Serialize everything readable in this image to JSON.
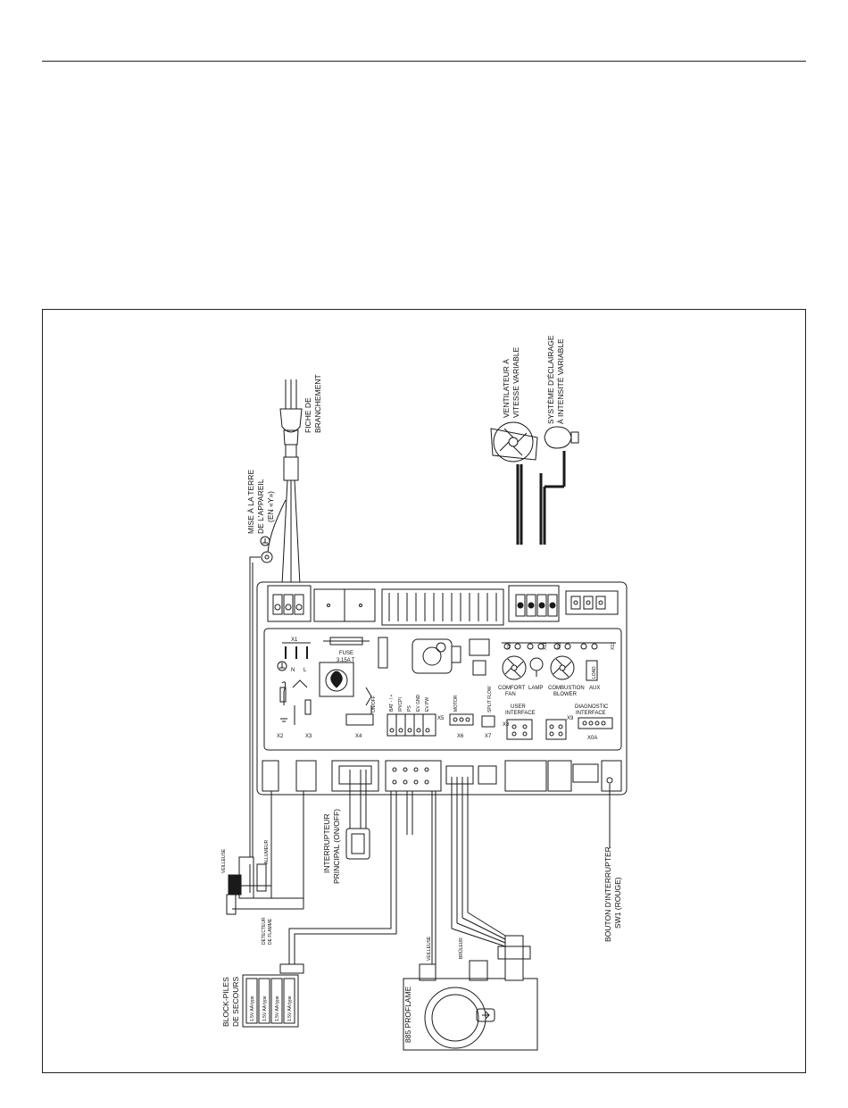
{
  "labels": {
    "plug": [
      "FICHE DE",
      "BRANCHEMENT"
    ],
    "ground": [
      "MISE À LA TERRE",
      "DE L'APPAREIL",
      "(EN «Y»)"
    ],
    "fan": [
      "VENTILATEUR À",
      "VITESSE VARIABLE"
    ],
    "light": [
      "SYSTÈME D'ÉCLAIRAGE",
      "À INTENSITÉ VARIABLE"
    ],
    "main_switch": [
      "INTERRUPTEUR",
      "PRINCIPAL (ON/OFF)"
    ],
    "reset_button": [
      "BOUTON D'INTERRUPTER",
      "SW1 (ROUGE)"
    ],
    "battery_pack": [
      "BLOCK-PILES",
      "DE SECOURS"
    ],
    "flame_detector": [
      "DÉTECTEUR",
      "DE FLAMME"
    ],
    "pilot": "VEILLEUSE",
    "igniter": "ALLUMEUR",
    "valve": "885 PROFLAME",
    "valve_pilot": "VEILLEUSE",
    "valve_burner": "BRÛLEUR",
    "battery_cell": "1.5V AA type"
  },
  "board": {
    "x1": "X1",
    "n": "N",
    "l": "L",
    "fuse": [
      "FUSE",
      "3.15A T"
    ],
    "x2": "X2",
    "x3": "X3",
    "x4": "X4",
    "on_off": "ON/OFF",
    "x5": "X5",
    "x5_pins": [
      "BAT - / +",
      "IPI/CPI",
      "PS",
      "EV GND",
      "EV PW"
    ],
    "x6": "X6",
    "motor": "MOTOR",
    "x7": "X7",
    "split_flow": "SPLIT FLOW",
    "x10": "X10",
    "x11": "X11",
    "x12": "X12",
    "x13": "X13",
    "comfort_fan": [
      "COMFORT",
      "FAN"
    ],
    "lamp": "LAMP",
    "combustion_blower": [
      "COMBUSTION",
      "BLOWER"
    ],
    "aux": "AUX",
    "load": "LOAD",
    "x8": "X8",
    "user_interface": [
      "USER",
      "INTERFACE"
    ],
    "x9": "X9",
    "diagnostic_interface": [
      "DIAGNOSTIC",
      "INTERFACE"
    ],
    "x0a": "X0A"
  },
  "colors": {
    "line": "#1a1a1a",
    "board_fill": "#ffffff",
    "shade": "#d9d9d9"
  }
}
